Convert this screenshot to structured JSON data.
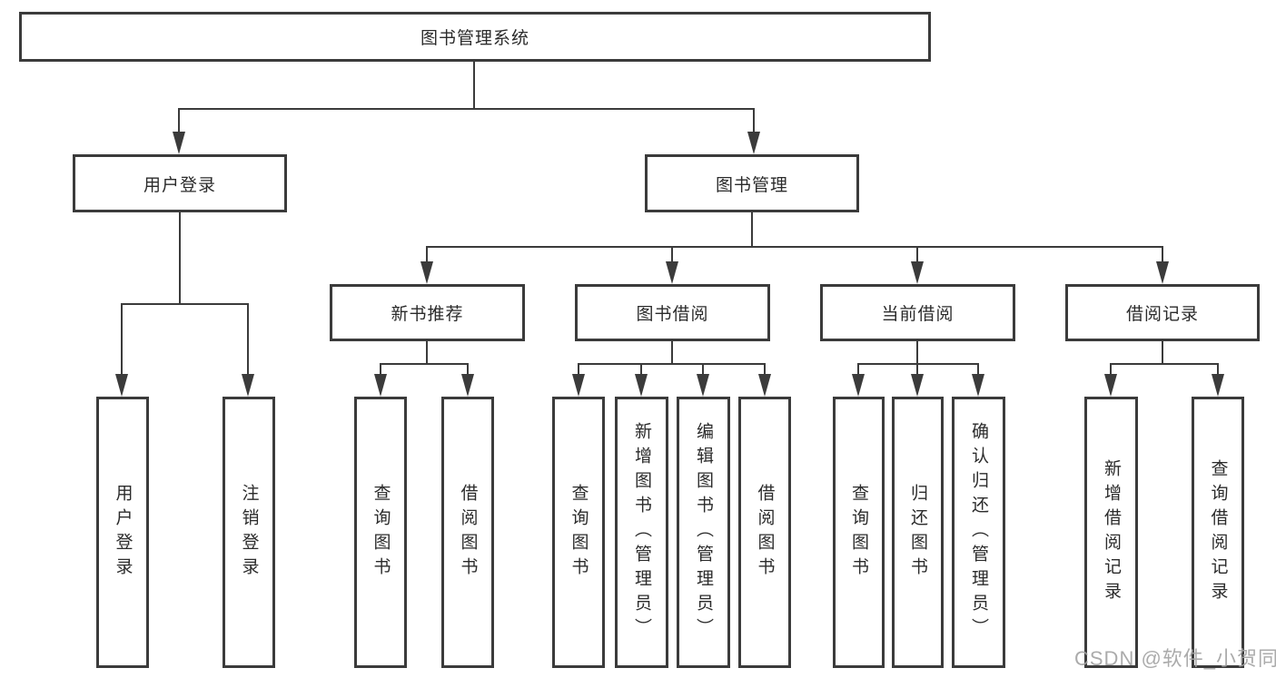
{
  "colors": {
    "line": "#3b3b3b",
    "box_border": "#3b3b3b",
    "text": "#2b2b2b",
    "watermark": "#a3a3a3",
    "bg": "#ffffff"
  },
  "tree": {
    "label": "图书管理系统",
    "children": [
      {
        "label": "用户登录",
        "children": [
          {
            "label": "用户登录"
          },
          {
            "label": "注销登录"
          }
        ]
      },
      {
        "label": "图书管理",
        "children": [
          {
            "label": "新书推荐",
            "children": [
              {
                "label": "查询图书"
              },
              {
                "label": "借阅图书"
              }
            ]
          },
          {
            "label": "图书借阅",
            "children": [
              {
                "label": "查询图书"
              },
              {
                "label": "新增图书（管理员）"
              },
              {
                "label": "编辑图书（管理员）"
              },
              {
                "label": "借阅图书"
              }
            ]
          },
          {
            "label": "当前借阅",
            "children": [
              {
                "label": "查询图书"
              },
              {
                "label": "归还图书"
              },
              {
                "label": "确认归还（管理员）"
              }
            ]
          },
          {
            "label": "借阅记录",
            "children": [
              {
                "label": "新增借阅记录"
              },
              {
                "label": "查询借阅记录"
              }
            ]
          }
        ]
      }
    ]
  },
  "watermark": {
    "text": "CSDN @软件_小贺同学"
  }
}
